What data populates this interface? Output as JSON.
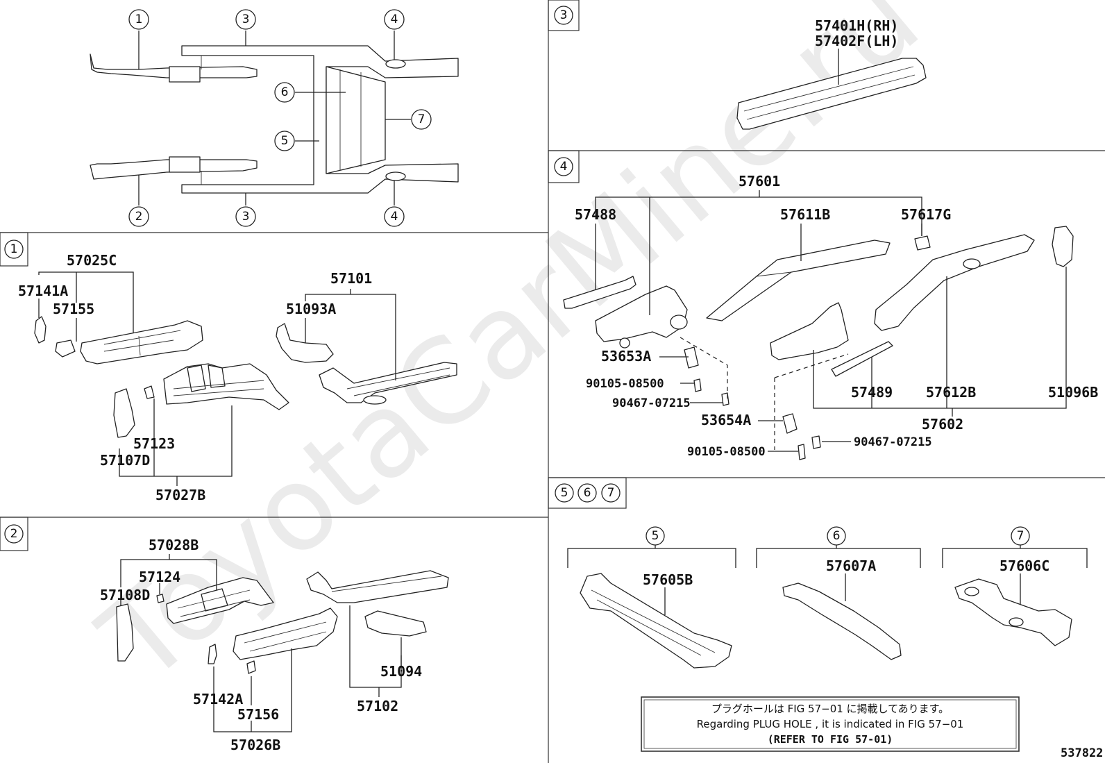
{
  "watermark": "ToyotaCarMine.ru",
  "figure_id": "537822",
  "overview": {
    "callouts": [
      "1",
      "2",
      "3",
      "3",
      "4",
      "4",
      "5",
      "6",
      "7"
    ]
  },
  "panels": {
    "p1": {
      "tag": "1",
      "labels": [
        "57025C",
        "57141A",
        "57155",
        "57101",
        "51093A",
        "57123",
        "57107D",
        "57027B"
      ]
    },
    "p2": {
      "tag": "2",
      "labels": [
        "57028B",
        "57124",
        "57108D",
        "51094",
        "57102",
        "57142A",
        "57156",
        "57026B"
      ]
    },
    "p3": {
      "tag": "3",
      "labels": [
        "57401H(RH)",
        "57402F(LH)"
      ]
    },
    "p4": {
      "tag": "4",
      "labels": [
        "57601",
        "57488",
        "57611B",
        "57617G",
        "53653A",
        "90105-08500",
        "90467-07215",
        "53654A",
        "57489",
        "57612B",
        "51096B",
        "57602",
        "90467-07215",
        "90105-08500"
      ]
    },
    "p567": {
      "tags": [
        "5",
        "6",
        "7"
      ],
      "groups": [
        {
          "tag": "5",
          "label": "57605B"
        },
        {
          "tag": "6",
          "label": "57607A"
        },
        {
          "tag": "7",
          "label": "57606C"
        }
      ]
    }
  },
  "note": {
    "line1": "プラグホールは FIG 57−01 に掲載してあります。",
    "line2": "Regarding  PLUG  HOLE , it is indicated in FIG  57−01",
    "line3": "(REFER TO FIG 57-01)"
  }
}
